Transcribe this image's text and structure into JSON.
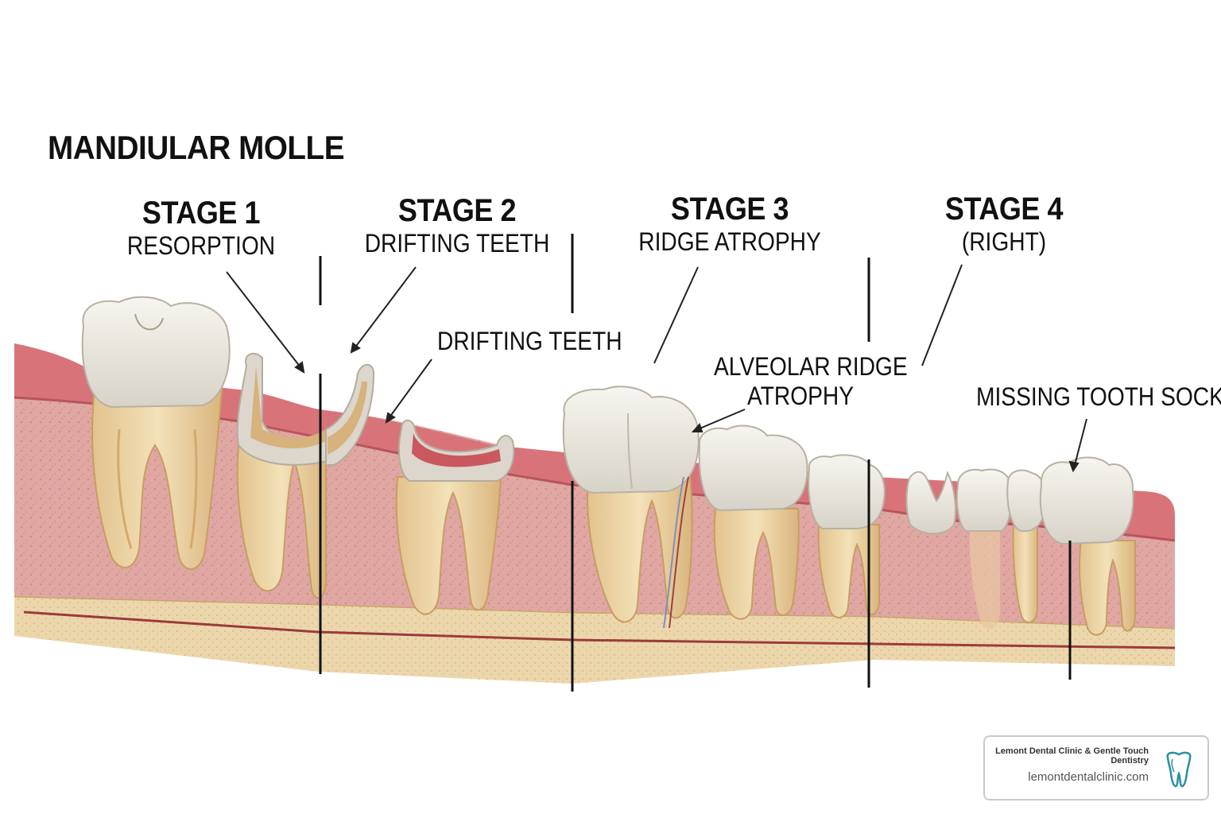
{
  "title": "MANDIULAR MOLLE",
  "stages": [
    {
      "label": "STAGE 1",
      "sub": "RESORPTION"
    },
    {
      "label": "STAGE 2",
      "sub": "DRIFTING TEETH"
    },
    {
      "label": "STAGE 3",
      "sub": "RIDGE ATROPHY"
    },
    {
      "label": "STAGE 4",
      "sub": "(RIGHT)"
    }
  ],
  "callouts": {
    "drifting": "DRIFTING TEETH",
    "alveolar_line1": "ALVEOLAR RIDGE",
    "alveolar_line2": "ATROPHY",
    "missing": "MISSING TOOTH SOCKET"
  },
  "brand": {
    "name": "Lemont Dental Clinic & Gentle Touch Dentistry",
    "url": "lemontdentalclinic.com",
    "logo_icon": "tooth-icon"
  },
  "colors": {
    "gum": "#d9737a",
    "bone": "#e8c9c4",
    "enamel": "#eeeae2",
    "root": "#ecd5a3",
    "cortical": "#ead9b3"
  }
}
